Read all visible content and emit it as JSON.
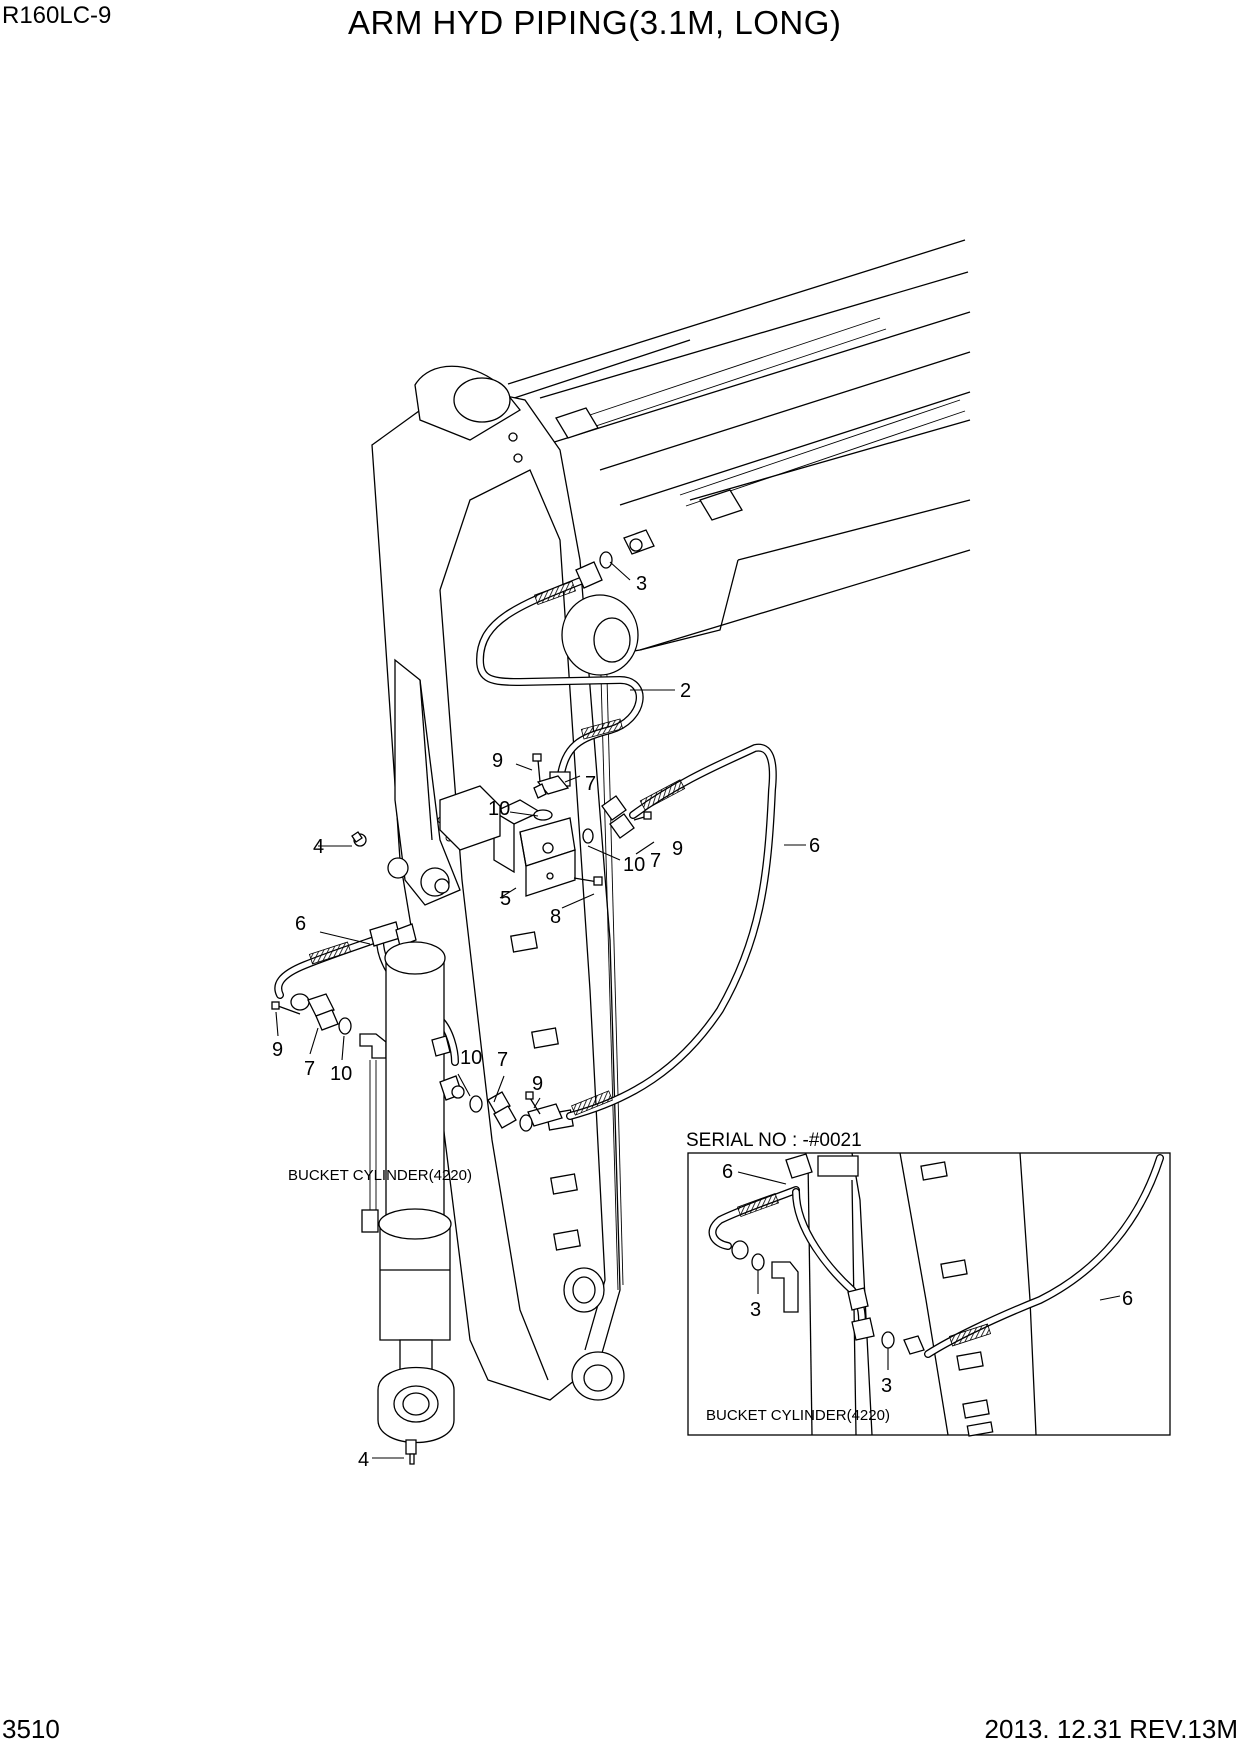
{
  "header": {
    "model": "R160LC-9",
    "title": "ARM HYD PIPING(3.1M, LONG)"
  },
  "footer": {
    "page_number": "3510",
    "revision": "2013. 12.31  REV.13M"
  },
  "callouts": {
    "c2": "2",
    "c3": "3",
    "c4": "4",
    "c5": "5",
    "c6": "6",
    "c7": "7",
    "c8": "8",
    "c9": "9",
    "c10": "10"
  },
  "notes": {
    "bucket_cylinder": "BUCKET CYLINDER(4220)"
  },
  "inset": {
    "title": "SERIAL NO : -#0021",
    "bucket_cylinder": "BUCKET CYLINDER(4220)"
  }
}
